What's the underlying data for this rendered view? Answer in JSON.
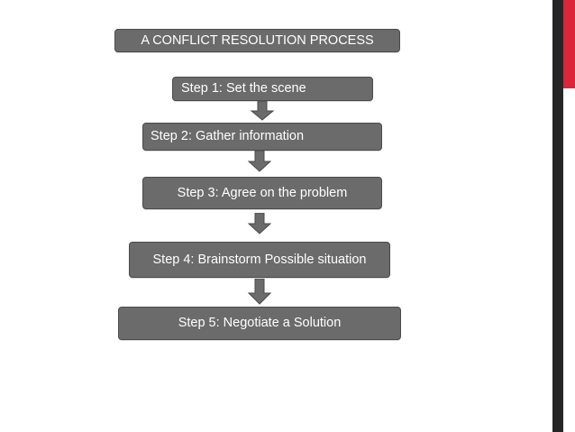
{
  "diagram": {
    "title": "A CONFLICT RESOLUTION PROCESS",
    "steps": [
      "Step 1: Set the scene",
      "Step 2: Gather information",
      "Step 3: Agree on the problem",
      "Step 4: Brainstorm Possible situation",
      "Step 5: Negotiate a Solution"
    ]
  },
  "colors": {
    "box_fill": "#6b6b6b",
    "box_text": "#ffffff",
    "side_bar_dark": "#262626",
    "side_bar_accent": "#d9263a"
  }
}
